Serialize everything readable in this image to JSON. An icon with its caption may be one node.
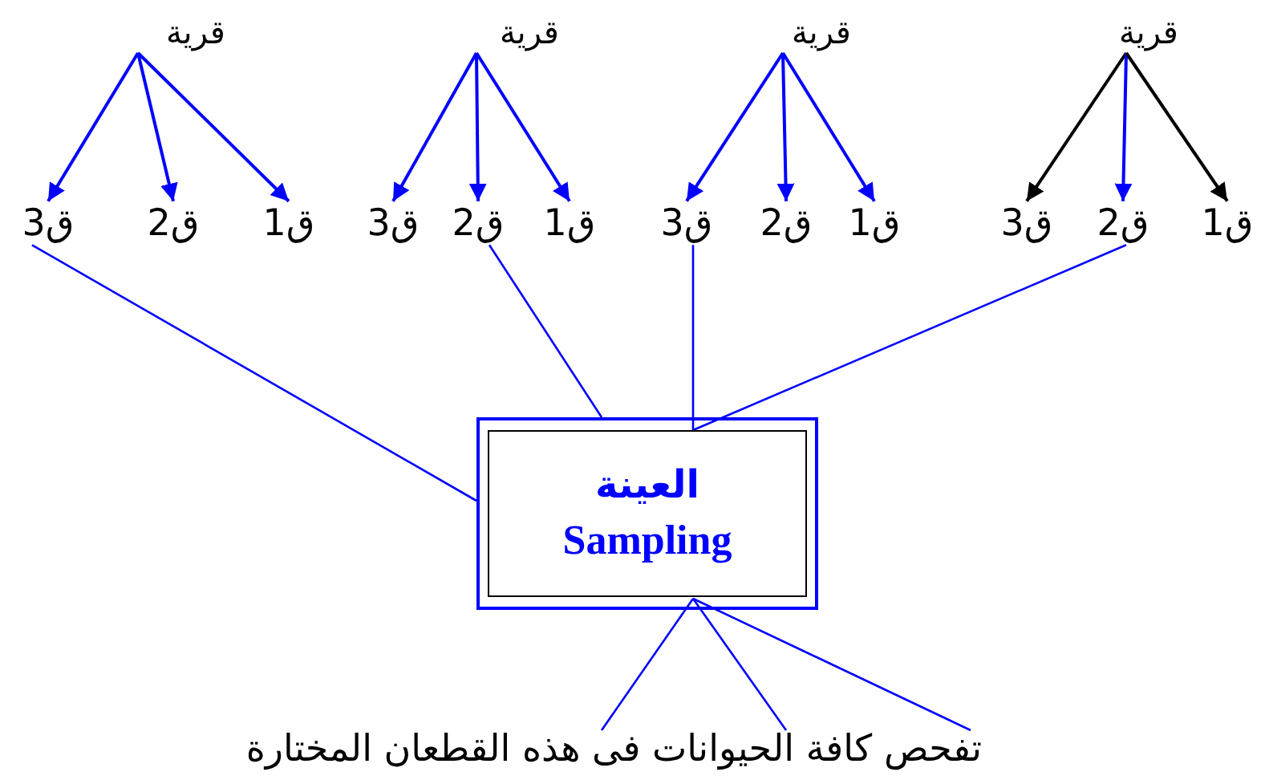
{
  "diagram": {
    "nodes": [
      {
        "text": [
          "قرية"
        ]
      },
      {
        "text": [
          "ق3"
        ]
      },
      {
        "text": [
          "ق2"
        ]
      },
      {
        "text": [
          "ق1"
        ]
      },
      {
        "text": [
          "قرية"
        ]
      },
      {
        "text": [
          "ق3"
        ]
      },
      {
        "text": [
          "ق2"
        ]
      },
      {
        "text": [
          "ق1"
        ]
      },
      {
        "text": [
          "قرية"
        ]
      },
      {
        "text": [
          "ق3"
        ]
      },
      {
        "text": [
          "ق2"
        ]
      },
      {
        "text": [
          "ق1"
        ]
      },
      {
        "text": [
          "قرية"
        ]
      },
      {
        "text": [
          "ق3"
        ]
      },
      {
        "text": [
          "ق2"
        ]
      },
      {
        "text": [
          "ق1"
        ]
      },
      {
        "text": [
          "العينة",
          "Sampling"
        ]
      },
      {
        "text": [
          "تفحص كافة الحيوانات فى هذه القطعان المختارة"
        ]
      }
    ],
    "edges": [
      {
        "from": 0,
        "to": 1,
        "arrow": "to"
      },
      {
        "from": 0,
        "to": 2,
        "arrow": "to"
      },
      {
        "from": 0,
        "to": 3,
        "arrow": "to"
      },
      {
        "from": 4,
        "to": 5,
        "arrow": "to"
      },
      {
        "from": 4,
        "to": 6,
        "arrow": "to"
      },
      {
        "from": 4,
        "to": 7,
        "arrow": "to"
      },
      {
        "from": 8,
        "to": 9,
        "arrow": "to"
      },
      {
        "from": 8,
        "to": 10,
        "arrow": "to"
      },
      {
        "from": 8,
        "to": 11,
        "arrow": "to"
      },
      {
        "from": 12,
        "to": 13,
        "arrow": "to",
        "color": "#000000"
      },
      {
        "from": 12,
        "to": 14,
        "arrow": "to"
      },
      {
        "from": 12,
        "to": 15,
        "arrow": "to",
        "color": "#000000"
      },
      {
        "from": 1,
        "to": 16,
        "arrow": "none"
      },
      {
        "from": 6,
        "to": 16,
        "arrow": "none"
      },
      {
        "from": 9,
        "to": 16,
        "arrow": "none"
      },
      {
        "from": 14,
        "to": 16,
        "arrow": "none"
      },
      {
        "from": 16,
        "to": 17,
        "arrow": "none"
      },
      {
        "from": 16,
        "to": 17,
        "arrow": "none"
      },
      {
        "from": 16,
        "to": 17,
        "arrow": "none"
      }
    ]
  }
}
